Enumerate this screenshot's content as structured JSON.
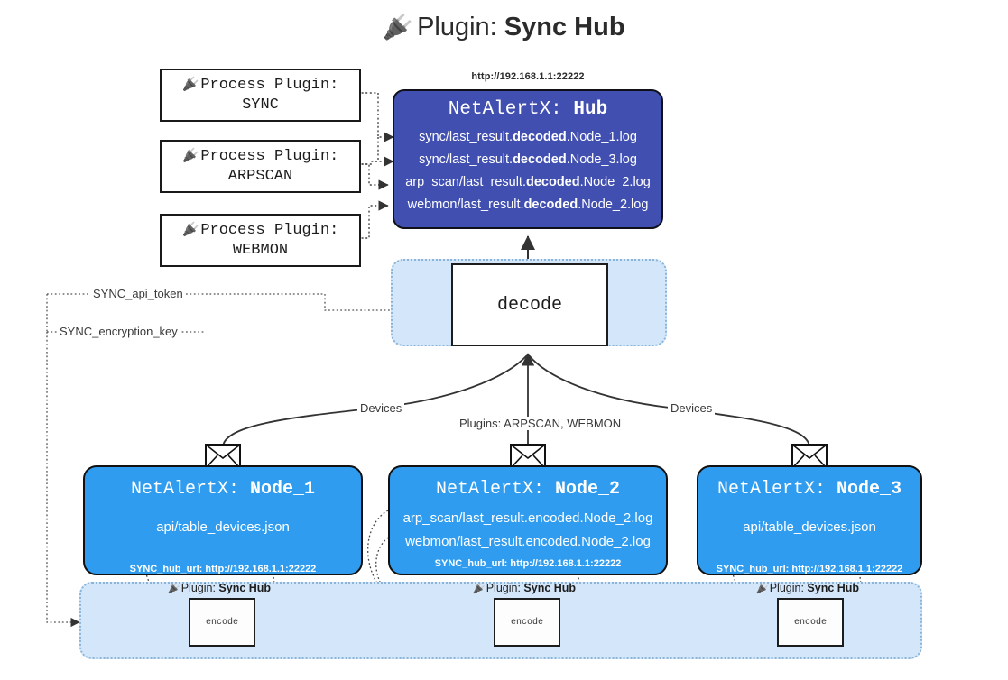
{
  "title": {
    "icon": "plug-icon",
    "prefix": "Plugin:",
    "name": "Sync Hub"
  },
  "process_plugins": [
    {
      "icon": "plug-icon",
      "line1": "Process Plugin:",
      "line2": "SYNC"
    },
    {
      "icon": "plug-icon",
      "line1": "Process Plugin:",
      "line2": "ARPSCAN"
    },
    {
      "icon": "plug-icon",
      "line1": "Process Plugin:",
      "line2": "WEBMON"
    }
  ],
  "hub": {
    "url": "http://192.168.1.1:22222",
    "header_prefix": "NetAlertX:",
    "header_name": "Hub",
    "logs": [
      {
        "pre": "sync/last_result.",
        "bold": "decoded",
        "post": ".Node_1.log"
      },
      {
        "pre": "sync/last_result.",
        "bold": "decoded",
        "post": ".Node_3.log"
      },
      {
        "pre": "arp_scan/last_result.",
        "bold": "decoded",
        "post": ".Node_2.log"
      },
      {
        "pre": "webmon/last_result.",
        "bold": "decoded",
        "post": ".Node_2.log"
      }
    ]
  },
  "decode": {
    "label": "decode"
  },
  "settings": {
    "api_token": "SYNC_api_token",
    "encryption_key": "SYNC_encryption_key"
  },
  "edge_labels": {
    "devices_left": "Devices",
    "devices_right": "Devices",
    "plugins_center": "Plugins: ARPSCAN, WEBMON"
  },
  "nodes": [
    {
      "icon": "envelope-icon",
      "header_prefix": "NetAlertX:",
      "header_name": "Node_1",
      "lines": [
        "api/table_devices.json"
      ],
      "url_label": "SYNC_hub_url: http://192.168.1.1:22222"
    },
    {
      "icon": "envelope-icon",
      "header_prefix": "NetAlertX:",
      "header_name": "Node_2",
      "lines": [
        "arp_scan/last_result.encoded.Node_2.log",
        "webmon/last_result.encoded.Node_2.log"
      ],
      "url_label": "SYNC_hub_url: http://192.168.1.1:22222"
    },
    {
      "icon": "envelope-icon",
      "header_prefix": "NetAlertX:",
      "header_name": "Node_3",
      "lines": [
        "api/table_devices.json"
      ],
      "url_label": "SYNC_hub_url: http://192.168.1.1:22222"
    }
  ],
  "encoders": [
    {
      "icon": "plug-icon",
      "prefix": "Plugin:",
      "name": "Sync Hub",
      "box_label": "encode"
    },
    {
      "icon": "plug-icon",
      "prefix": "Plugin:",
      "name": "Sync Hub",
      "box_label": "encode"
    },
    {
      "icon": "plug-icon",
      "prefix": "Plugin:",
      "name": "Sync Hub",
      "box_label": "encode"
    }
  ],
  "colors": {
    "hub": "#4150b0",
    "node": "#2f9cef",
    "container": "#d4e7fa",
    "container_border": "#8ab4d8",
    "stroke": "#3a3a3a"
  }
}
